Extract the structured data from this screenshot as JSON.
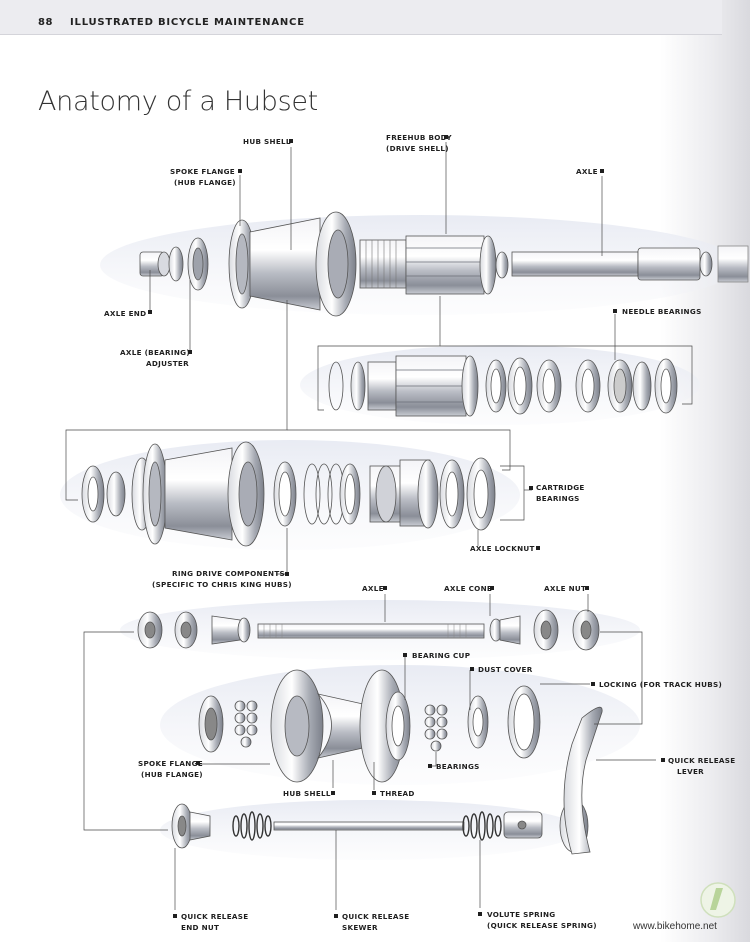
{
  "header": {
    "page_number": "88",
    "book_title": "ILLUSTRATED BICYCLE MAINTENANCE"
  },
  "title": "Anatomy of a Hubset",
  "labels": {
    "hub_shell_top": "HUB SHELL",
    "freehub_1": "FREEHUB BODY",
    "freehub_2": "(DRIVE SHELL)",
    "axle_top": "AXLE",
    "spoke_flange_top_1": "SPOKE FLANGE",
    "spoke_flange_top_2": "(HUB FLANGE)",
    "axle_end": "AXLE END",
    "axle_adjuster_1": "AXLE (BEARING)",
    "axle_adjuster_2": "ADJUSTER",
    "needle_bearings": "NEEDLE BEARINGS",
    "cartridge_1": "CARTRIDGE",
    "cartridge_2": "BEARINGS",
    "axle_locknut": "AXLE LOCKNUT",
    "ring_drive_1": "RING DRIVE COMPONENTS",
    "ring_drive_2": "(SPECIFIC TO CHRIS KING HUBS)",
    "axle_mid": "AXLE",
    "axle_cone": "AXLE CONE",
    "axle_nut": "AXLE NUT",
    "bearing_cup": "BEARING CUP",
    "dust_cover": "DUST COVER",
    "locking": "LOCKING (FOR TRACK HUBS)",
    "spoke_flange_bot_1": "SPOKE FLANGE",
    "spoke_flange_bot_2": "(HUB FLANGE)",
    "bearings": "BEARINGS",
    "quick_release_lever_1": "QUICK RELEASE",
    "quick_release_lever_2": "LEVER",
    "hub_shell_bot": "HUB SHELL",
    "thread": "THREAD",
    "qr_end_nut_1": "QUICK RELEASE",
    "qr_end_nut_2": "END NUT",
    "qr_skewer_1": "QUICK RELEASE",
    "qr_skewer_2": "SKEWER",
    "volute_1": "VOLUTE SPRING",
    "volute_2": "(QUICK RELEASE SPRING)"
  },
  "watermark": "www.bikehome.net"
}
